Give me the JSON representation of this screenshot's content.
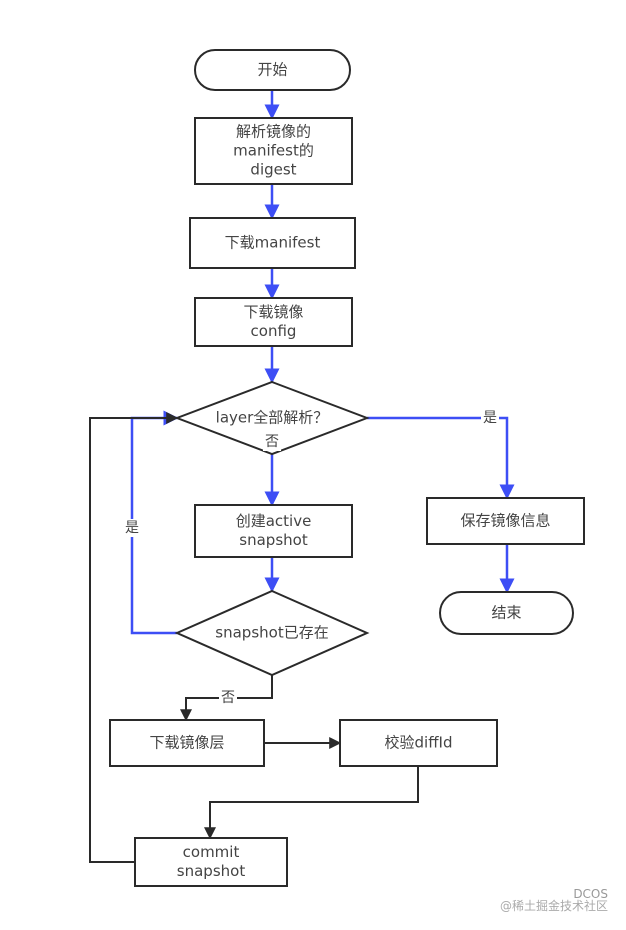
{
  "diagram": {
    "nodes": {
      "start": {
        "type": "terminal",
        "lines": [
          "开始"
        ]
      },
      "parse_digest": {
        "type": "process",
        "lines": [
          "解析镜像的",
          "manifest的",
          "digest"
        ]
      },
      "download_manifest": {
        "type": "process",
        "lines": [
          "下载manifest"
        ]
      },
      "download_config": {
        "type": "process",
        "lines": [
          "下载镜像",
          "config"
        ]
      },
      "all_layers_parsed": {
        "type": "decision",
        "lines": [
          "layer全部解析？"
        ]
      },
      "save_image_info": {
        "type": "process",
        "lines": [
          "保存镜像信息"
        ]
      },
      "end": {
        "type": "terminal",
        "lines": [
          "结束"
        ]
      },
      "create_snapshot": {
        "type": "process",
        "lines": [
          "创建active",
          "snapshot"
        ]
      },
      "snapshot_exists": {
        "type": "decision",
        "lines": [
          "snapshot已存在"
        ]
      },
      "download_layer": {
        "type": "process",
        "lines": [
          "下载镜像层"
        ]
      },
      "verify_diffid": {
        "type": "process",
        "lines": [
          "校验diffId"
        ]
      },
      "commit_snapshot": {
        "type": "process",
        "lines": [
          "commit",
          "snapshot"
        ]
      }
    },
    "edges": [
      {
        "from": "start",
        "to": "parse_digest",
        "label": "",
        "color": "blue"
      },
      {
        "from": "parse_digest",
        "to": "download_manifest",
        "label": "",
        "color": "blue"
      },
      {
        "from": "download_manifest",
        "to": "download_config",
        "label": "",
        "color": "blue"
      },
      {
        "from": "download_config",
        "to": "all_layers_parsed",
        "label": "",
        "color": "blue"
      },
      {
        "from": "all_layers_parsed",
        "to": "save_image_info",
        "label": "是",
        "color": "blue"
      },
      {
        "from": "save_image_info",
        "to": "end",
        "label": "",
        "color": "blue"
      },
      {
        "from": "all_layers_parsed",
        "to": "create_snapshot",
        "label": "否",
        "color": "blue"
      },
      {
        "from": "create_snapshot",
        "to": "snapshot_exists",
        "label": "",
        "color": "blue"
      },
      {
        "from": "snapshot_exists",
        "to": "all_layers_parsed",
        "label": "是",
        "color": "blue"
      },
      {
        "from": "snapshot_exists",
        "to": "download_layer",
        "label": "否",
        "color": "black"
      },
      {
        "from": "download_layer",
        "to": "verify_diffid",
        "label": "",
        "color": "black"
      },
      {
        "from": "verify_diffid",
        "to": "commit_snapshot",
        "label": "",
        "color": "black"
      },
      {
        "from": "commit_snapshot",
        "to": "all_layers_parsed",
        "label": "",
        "color": "black"
      }
    ],
    "colors": {
      "blue": "#3d4ef5",
      "black": "#2a2a2a",
      "node_stroke": "#2a2a2a",
      "text": "#444444"
    }
  },
  "watermark": {
    "brand": "DCOS",
    "text": "@稀土掘金技术社区"
  }
}
